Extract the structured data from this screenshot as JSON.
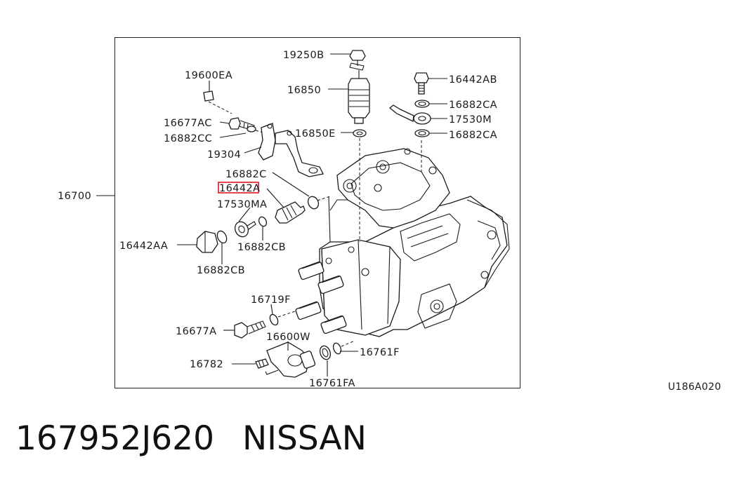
{
  "diagram": {
    "frame_label": "16700",
    "drawing_code": "U186A020",
    "highlight_color": "#e0141e",
    "callouts": [
      {
        "id": "19250B",
        "text": "19250B"
      },
      {
        "id": "19600EA",
        "text": "19600EA"
      },
      {
        "id": "16850",
        "text": "16850"
      },
      {
        "id": "16442AB",
        "text": "16442AB"
      },
      {
        "id": "16882CA_top",
        "text": "16882CA"
      },
      {
        "id": "16677AC",
        "text": "16677AC"
      },
      {
        "id": "17530M",
        "text": "17530M"
      },
      {
        "id": "16882CC",
        "text": "16882CC"
      },
      {
        "id": "16850E",
        "text": "16850E"
      },
      {
        "id": "16882CA_bot",
        "text": "16882CA"
      },
      {
        "id": "19304",
        "text": "19304"
      },
      {
        "id": "16882C",
        "text": "16882C"
      },
      {
        "id": "16442A",
        "text": "16442A"
      },
      {
        "id": "17530MA",
        "text": "17530MA"
      },
      {
        "id": "16442AA",
        "text": "16442AA"
      },
      {
        "id": "16882CB_right",
        "text": "16882CB"
      },
      {
        "id": "16882CB_left",
        "text": "16882CB"
      },
      {
        "id": "16719F",
        "text": "16719F"
      },
      {
        "id": "16677A",
        "text": "16677A"
      },
      {
        "id": "16600W",
        "text": "16600W"
      },
      {
        "id": "16761F",
        "text": "16761F"
      },
      {
        "id": "16782",
        "text": "16782"
      },
      {
        "id": "16761FA",
        "text": "16761FA"
      }
    ]
  },
  "footer": {
    "part_number": "167952J620",
    "brand": "NISSAN"
  }
}
